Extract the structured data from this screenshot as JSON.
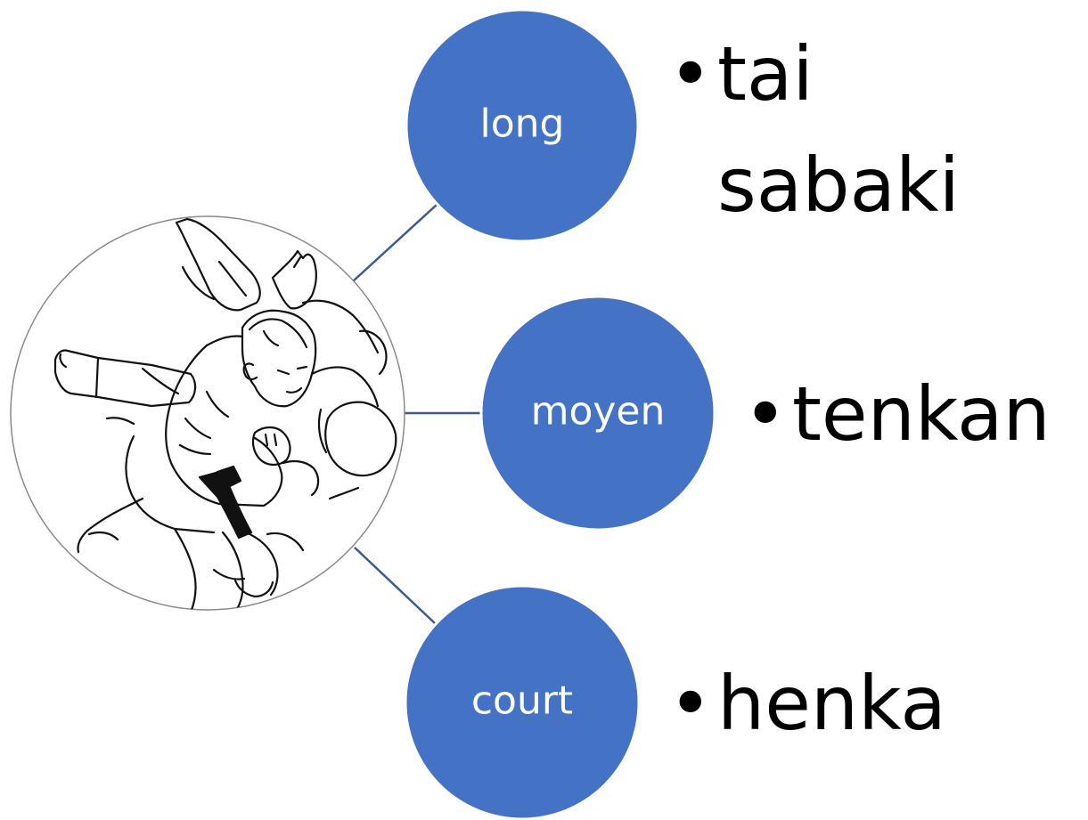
{
  "colors": {
    "node_fill": "#4472C4",
    "node_stroke": "#ffffff",
    "connector": "#3B5A94",
    "center_border": "#7f7f7f",
    "text_dark": "#000000",
    "text_light": "#ffffff"
  },
  "center": {
    "icon": "judo-throw-illustration"
  },
  "nodes": [
    {
      "label": "long",
      "bullet": "•",
      "items": [
        "tai",
        "sabaki"
      ]
    },
    {
      "label": "moyen",
      "bullet": "•",
      "items": [
        "tenkan"
      ]
    },
    {
      "label": "court",
      "bullet": "•",
      "items": [
        "henka"
      ]
    }
  ]
}
